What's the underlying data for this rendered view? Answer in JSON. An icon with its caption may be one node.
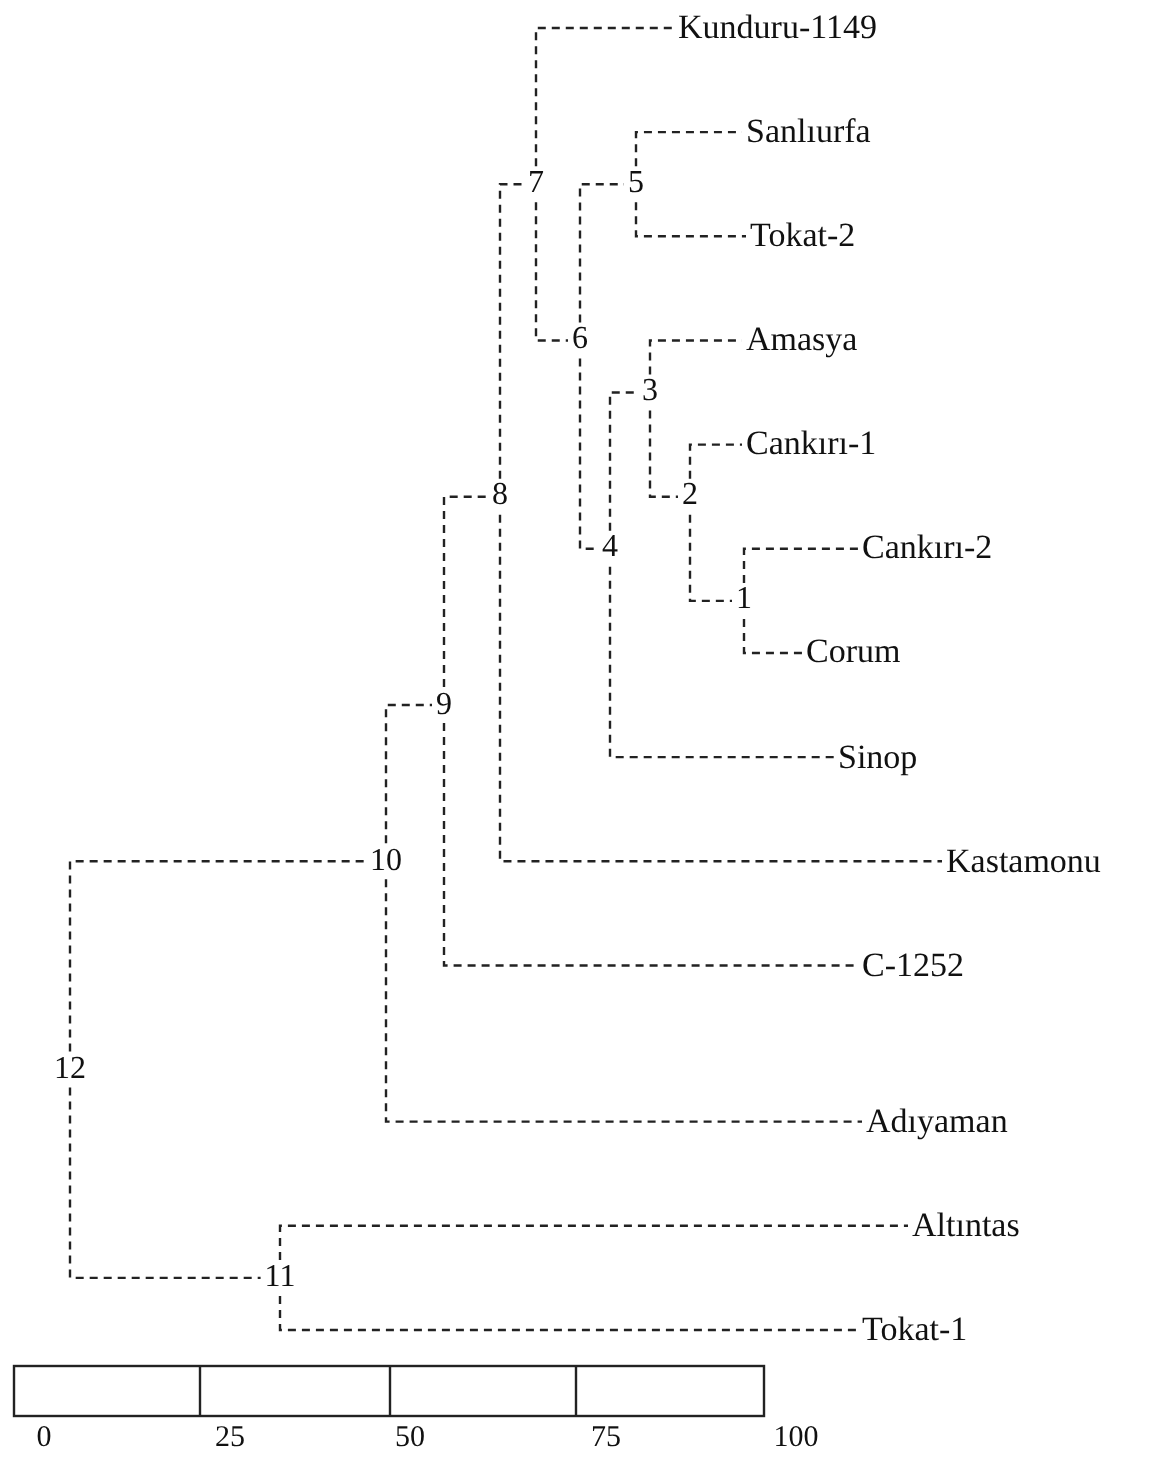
{
  "diagram": {
    "nodes": [
      {
        "text": [
          "Kunduru-1149"
        ]
      },
      {
        "text": [
          "Sanlıurfa"
        ]
      },
      {
        "text": [
          "7"
        ]
      },
      {
        "text": [
          "5"
        ]
      },
      {
        "text": [
          "Tokat-2"
        ]
      },
      {
        "text": [
          "6"
        ]
      },
      {
        "text": [
          "Amasya"
        ]
      },
      {
        "text": [
          "3"
        ]
      },
      {
        "text": [
          "Cankırı-1"
        ]
      },
      {
        "text": [
          "8"
        ]
      },
      {
        "text": [
          "2"
        ]
      },
      {
        "text": [
          "4"
        ]
      },
      {
        "text": [
          "Cankırı-2"
        ]
      },
      {
        "text": [
          "1"
        ]
      },
      {
        "text": [
          "Corum"
        ]
      },
      {
        "text": [
          "9"
        ]
      },
      {
        "text": [
          "Sinop"
        ]
      },
      {
        "text": [
          "10"
        ]
      },
      {
        "text": [
          "Kastamonu"
        ]
      },
      {
        "text": [
          "C-1252"
        ]
      },
      {
        "text": [
          "12"
        ]
      },
      {
        "text": [
          "Adıyaman"
        ]
      },
      {
        "text": [
          "Altıntas"
        ]
      },
      {
        "text": [
          "11"
        ]
      },
      {
        "text": [
          "Tokat-1"
        ]
      }
    ],
    "edges": [
      {
        "from": 20,
        "to": 17,
        "arrow": "none"
      },
      {
        "from": 20,
        "to": 23,
        "arrow": "none"
      },
      {
        "from": 23,
        "to": 22,
        "arrow": "none"
      },
      {
        "from": 23,
        "to": 24,
        "arrow": "none"
      },
      {
        "from": 17,
        "to": 15,
        "arrow": "none"
      },
      {
        "from": 17,
        "to": 21,
        "arrow": "none"
      },
      {
        "from": 15,
        "to": 9,
        "arrow": "none"
      },
      {
        "from": 15,
        "to": 19,
        "arrow": "none"
      },
      {
        "from": 9,
        "to": 2,
        "arrow": "none"
      },
      {
        "from": 9,
        "to": 18,
        "arrow": "none"
      },
      {
        "from": 2,
        "to": 0,
        "arrow": "none"
      },
      {
        "from": 2,
        "to": 5,
        "arrow": "none"
      },
      {
        "from": 5,
        "to": 3,
        "arrow": "none"
      },
      {
        "from": 5,
        "to": 11,
        "arrow": "none"
      },
      {
        "from": 3,
        "to": 1,
        "arrow": "none"
      },
      {
        "from": 3,
        "to": 4,
        "arrow": "none"
      },
      {
        "from": 11,
        "to": 7,
        "arrow": "none"
      },
      {
        "from": 11,
        "to": 16,
        "arrow": "none"
      },
      {
        "from": 7,
        "to": 6,
        "arrow": "none"
      },
      {
        "from": 7,
        "to": 10,
        "arrow": "none"
      },
      {
        "from": 10,
        "to": 8,
        "arrow": "none"
      },
      {
        "from": 10,
        "to": 13,
        "arrow": "none"
      },
      {
        "from": 13,
        "to": 12,
        "arrow": "none"
      },
      {
        "from": 13,
        "to": 14,
        "arrow": "none"
      }
    ],
    "labels": [
      "0",
      "25",
      "50",
      "75",
      "100"
    ]
  }
}
